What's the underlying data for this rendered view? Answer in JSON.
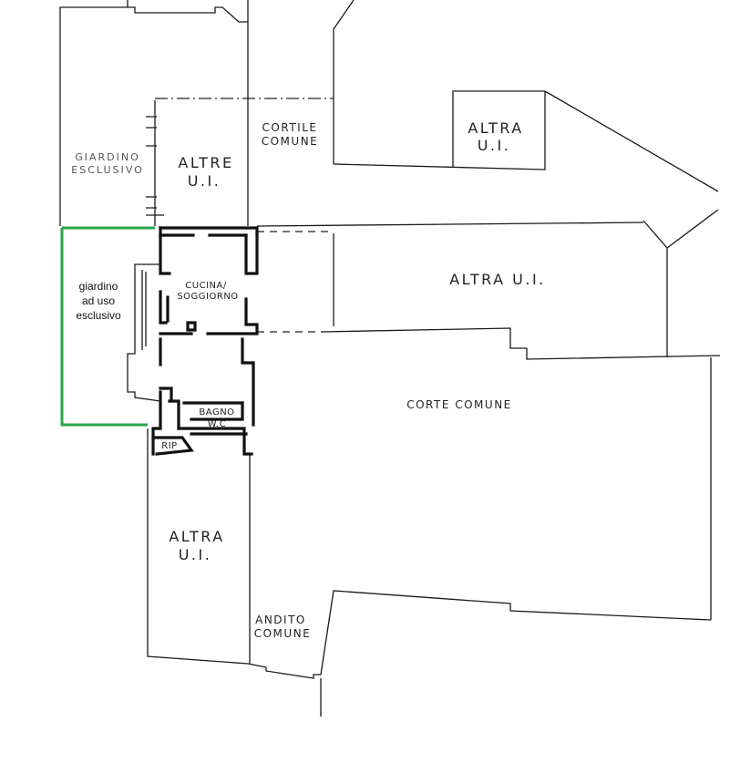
{
  "floor_plan": {
    "highlight_color": "#2ca34a",
    "labels": {
      "giardino_esclusivo": [
        "GIARDINO",
        "ESCLUSIVO"
      ],
      "altre_ui": [
        "ALTRE",
        "U.I."
      ],
      "cortile_comune": [
        "CORTILE",
        "COMUNE"
      ],
      "altra_ui_top": [
        "ALTRA",
        "U.I."
      ],
      "altra_ui_right": "ALTRA U.I.",
      "giardino_uso_esclusivo": [
        "giardino",
        "ad uso",
        "esclusivo"
      ],
      "cucina_soggiorno": [
        "CUCINA/",
        "SOGGIORNO"
      ],
      "bagno_wc": [
        "BAGNO",
        "W.C"
      ],
      "rip": "RIP",
      "corte_comune": "CORTE COMUNE",
      "altra_ui_bottom": [
        "ALTRA",
        "U.I."
      ],
      "andito_comune": [
        "ANDITO",
        "COMUNE"
      ]
    }
  }
}
